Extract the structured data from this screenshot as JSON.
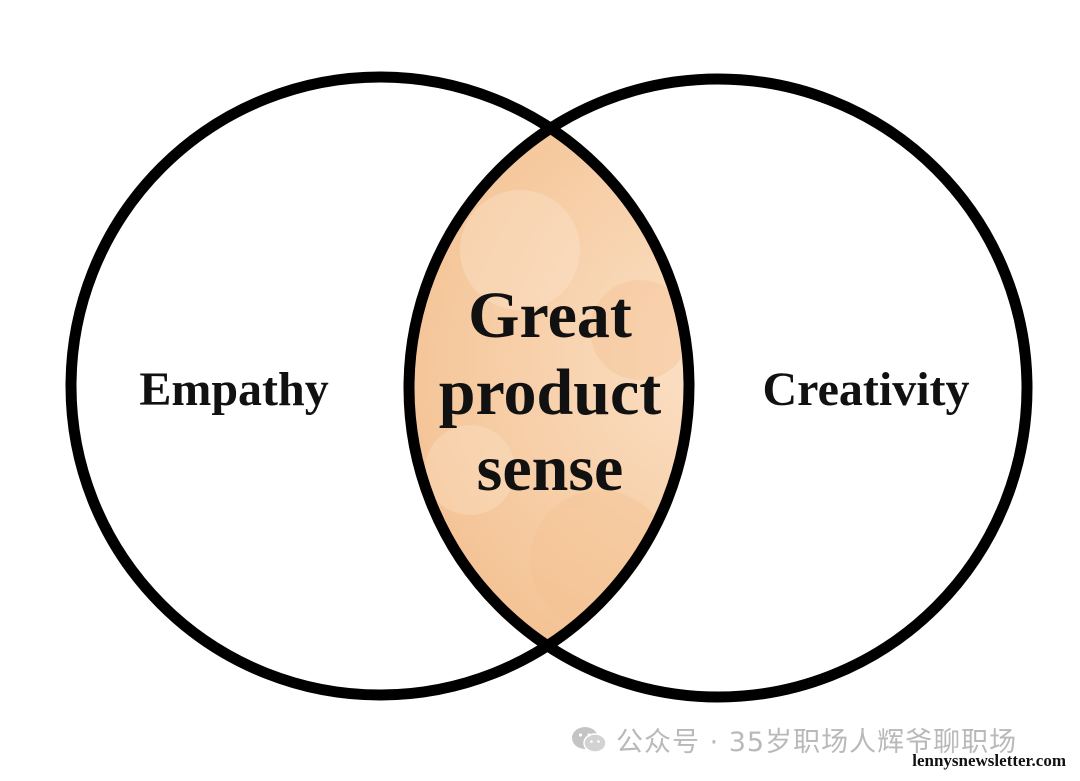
{
  "diagram": {
    "type": "venn",
    "left_label": "Empathy",
    "right_label": "Creativity",
    "overlap_lines": [
      "Great",
      "product",
      "sense"
    ]
  },
  "colors": {
    "stroke": "#000000",
    "overlap_fill": "#f6c9a0",
    "overlap_fill_light": "#fbe1c7",
    "text": "#111111"
  },
  "watermark": {
    "icon": "wechat-icon",
    "text": "公众号 · 35岁职场人辉爷聊职场"
  },
  "credit": "lennysnewsletter.com"
}
